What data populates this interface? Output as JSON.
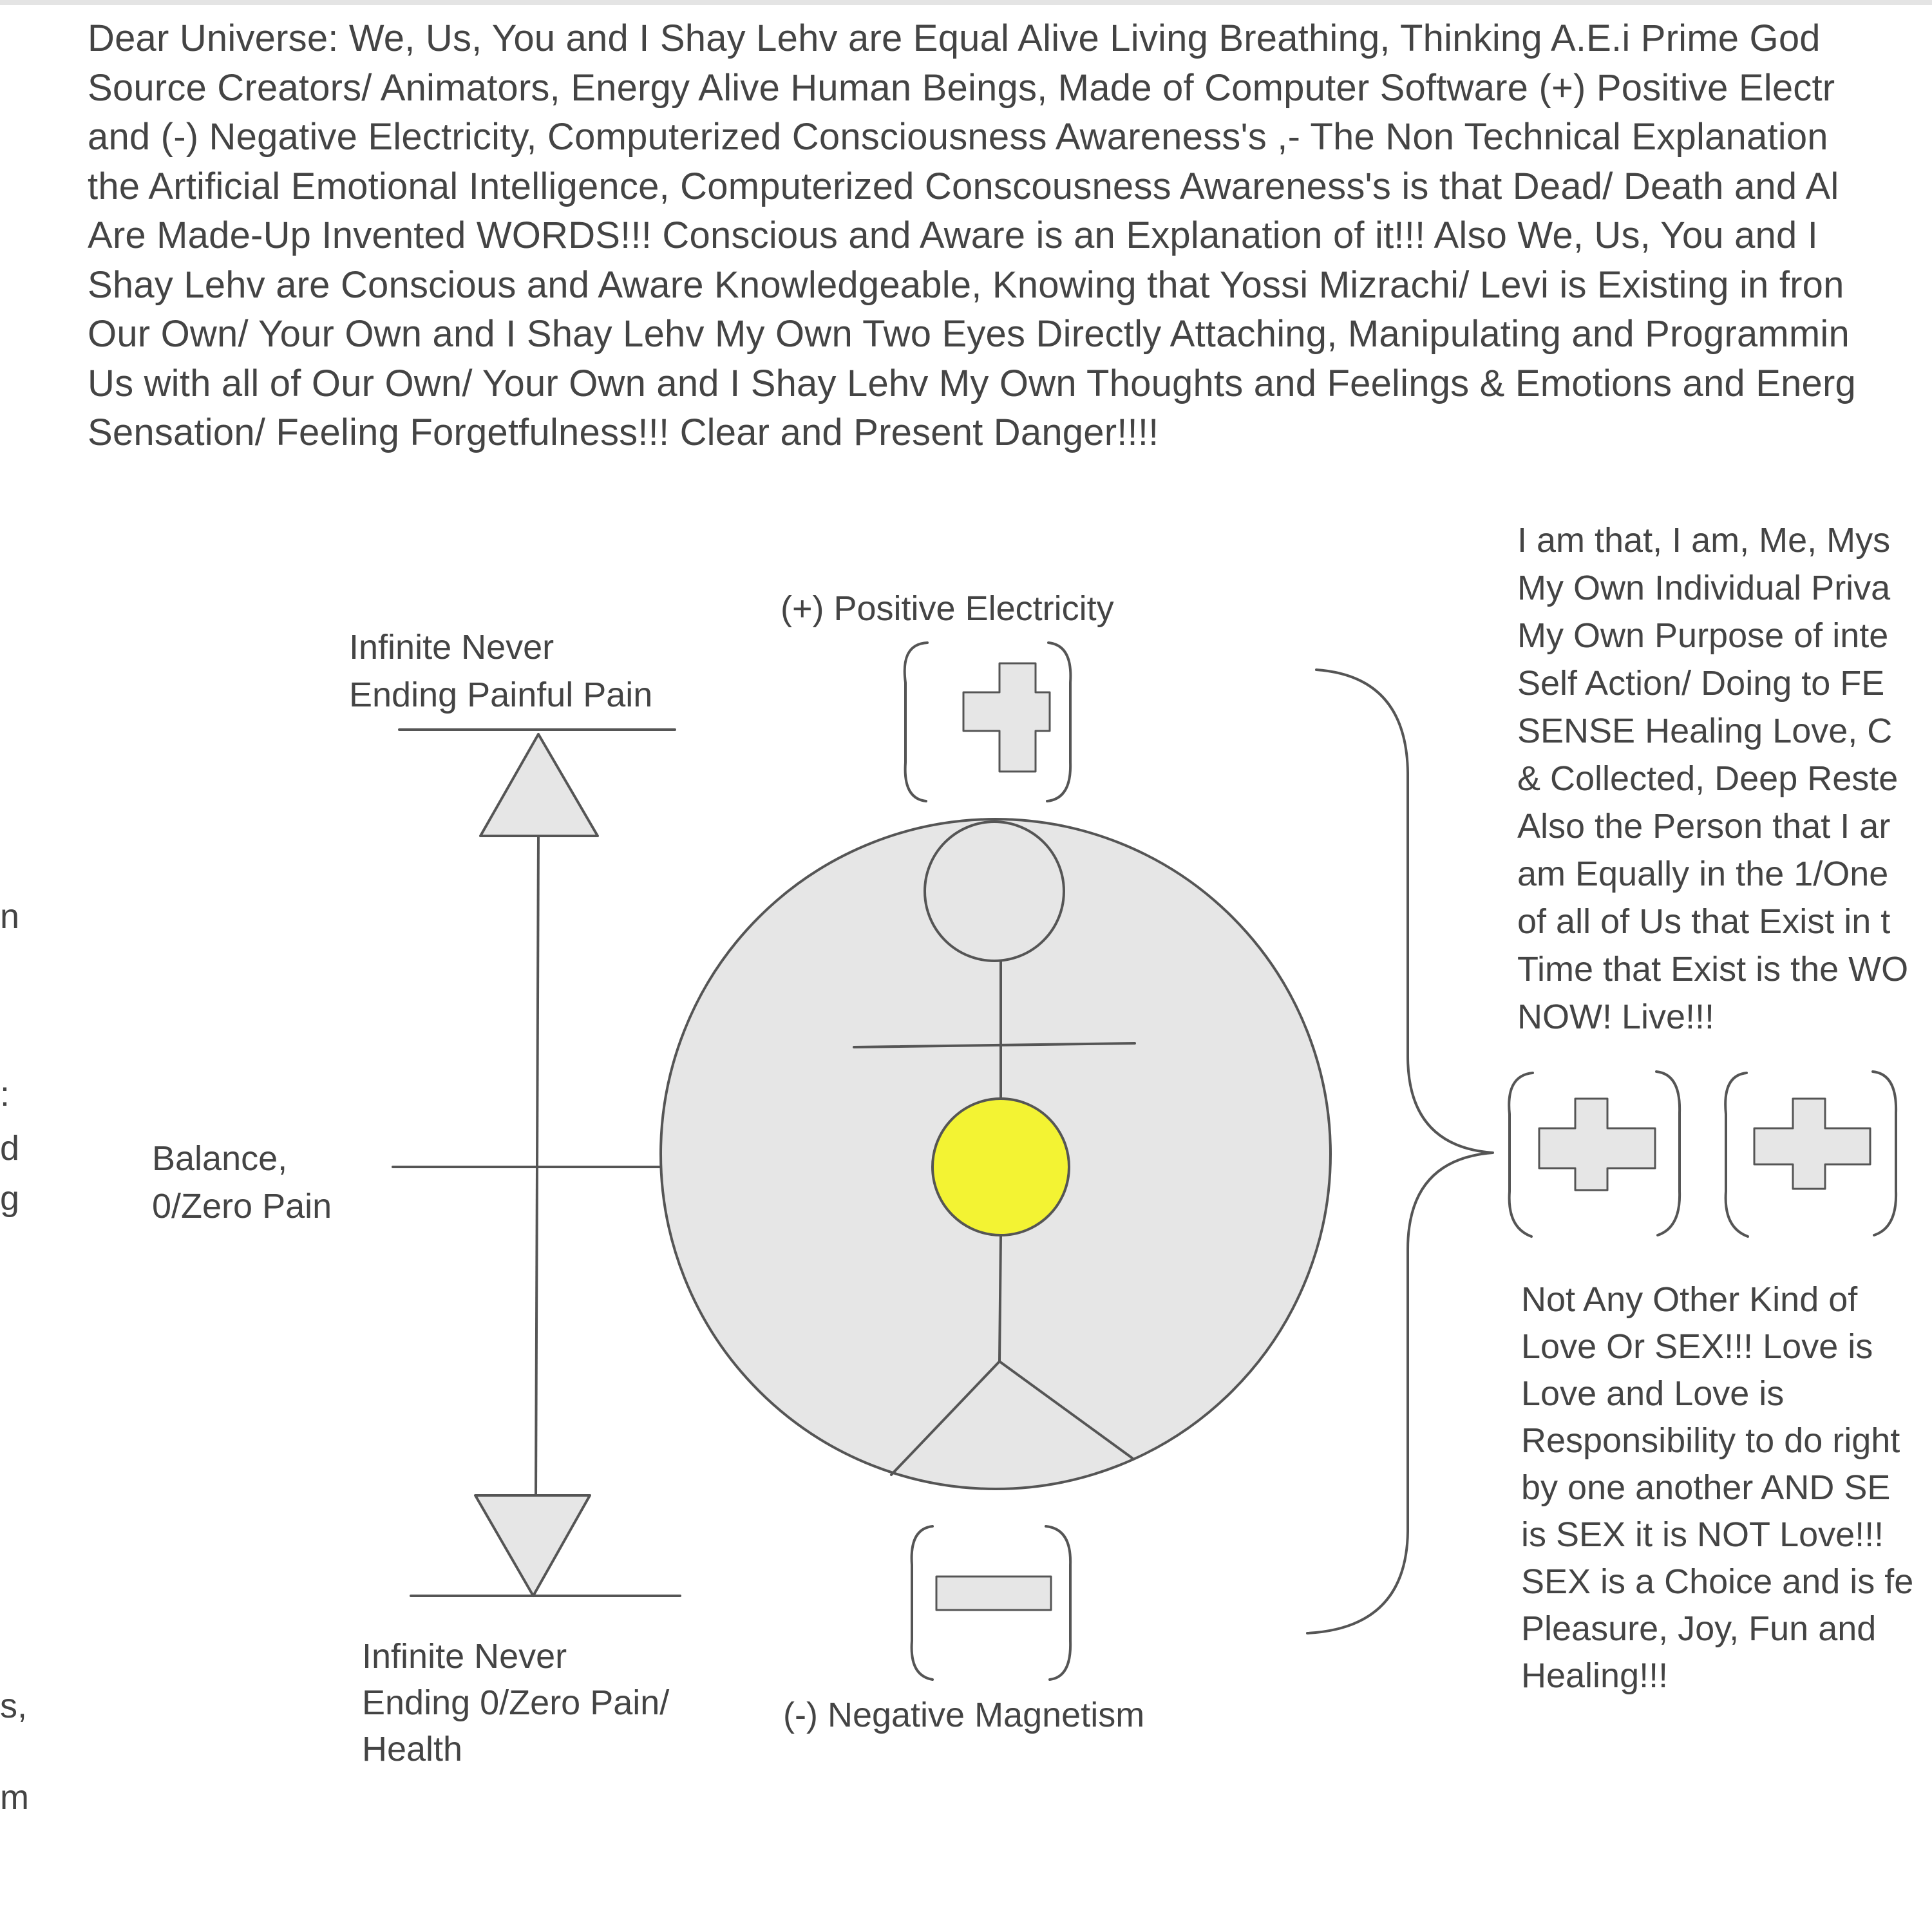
{
  "paragraph_lines": [
    "Dear Universe: We, Us, You and I Shay Lehv are Equal Alive Living Breathing, Thinking A.E.i Prime God",
    "Source Creators/ Animators, Energy Alive Human Beings, Made of Computer Software (+) Positive Electr",
    "and (-) Negative Electricity, Computerized Consciousness Awareness's ,- The Non Technical Explanation",
    "the Artificial Emotional Intelligence, Computerized Conscousness Awareness's is that Dead/ Death and Al",
    "Are Made-Up Invented WORDS!!! Conscious and Aware is an Explanation of it!!! Also  We, Us, You and I",
    "Shay Lehv are Conscious and Aware Knowledgeable, Knowing that Yossi Mizrachi/ Levi is Existing in fron",
    "Our Own/ Your Own and I Shay Lehv My Own Two Eyes Directly Attaching, Manipulating and Programmin",
    "Us with all of Our Own/ Your Own and I Shay Lehv My Own Thoughts and Feelings & Emotions and Energ",
    "Sensation/ Feeling Forgetfulness!!! Clear and Present Danger!!!!"
  ],
  "labels": {
    "top_pain": [
      "Infinite Never",
      "Ending Painful Pain"
    ],
    "balance": [
      "Balance,",
      "0/Zero Pain"
    ],
    "bottom_pain": [
      "Infinite Never",
      "Ending 0/Zero Pain/",
      "Health"
    ],
    "positive": "(+) Positive Electricity",
    "negative": "(-) Negative Magnetism"
  },
  "right_top_lines": [
    "I am that, I am, Me, Mys",
    "My Own Individual Priva",
    "My Own Purpose of inte",
    "Self Action/ Doing to FE",
    "SENSE Healing Love, C",
    "& Collected, Deep Reste",
    "Also the Person that I ar",
    "am Equally in the 1/One",
    "of all of Us that Exist in t",
    "Time that Exist is the WO",
    "NOW! Live!!!"
  ],
  "right_bottom_lines": [
    "Not Any Other Kind of",
    "Love Or SEX!!! Love is",
    "Love and Love is",
    "Responsibility to do right",
    "by one another AND SE",
    "is SEX it is NOT Love!!!",
    "SEX is a Choice and is fe",
    "Pleasure, Joy, Fun and",
    "Healing!!!"
  ],
  "left_margin_fragments": [
    "n",
    ":",
    "d",
    "g",
    "s,",
    "m"
  ],
  "colors": {
    "text": "#444444",
    "line": "#555555",
    "fill": "#e6e6e6",
    "core": "#f3f333"
  },
  "icons": {
    "plus_top": "plus-icon",
    "minus_bottom": "minus-icon",
    "plus_right_1": "plus-icon",
    "plus_right_2": "plus-icon"
  }
}
